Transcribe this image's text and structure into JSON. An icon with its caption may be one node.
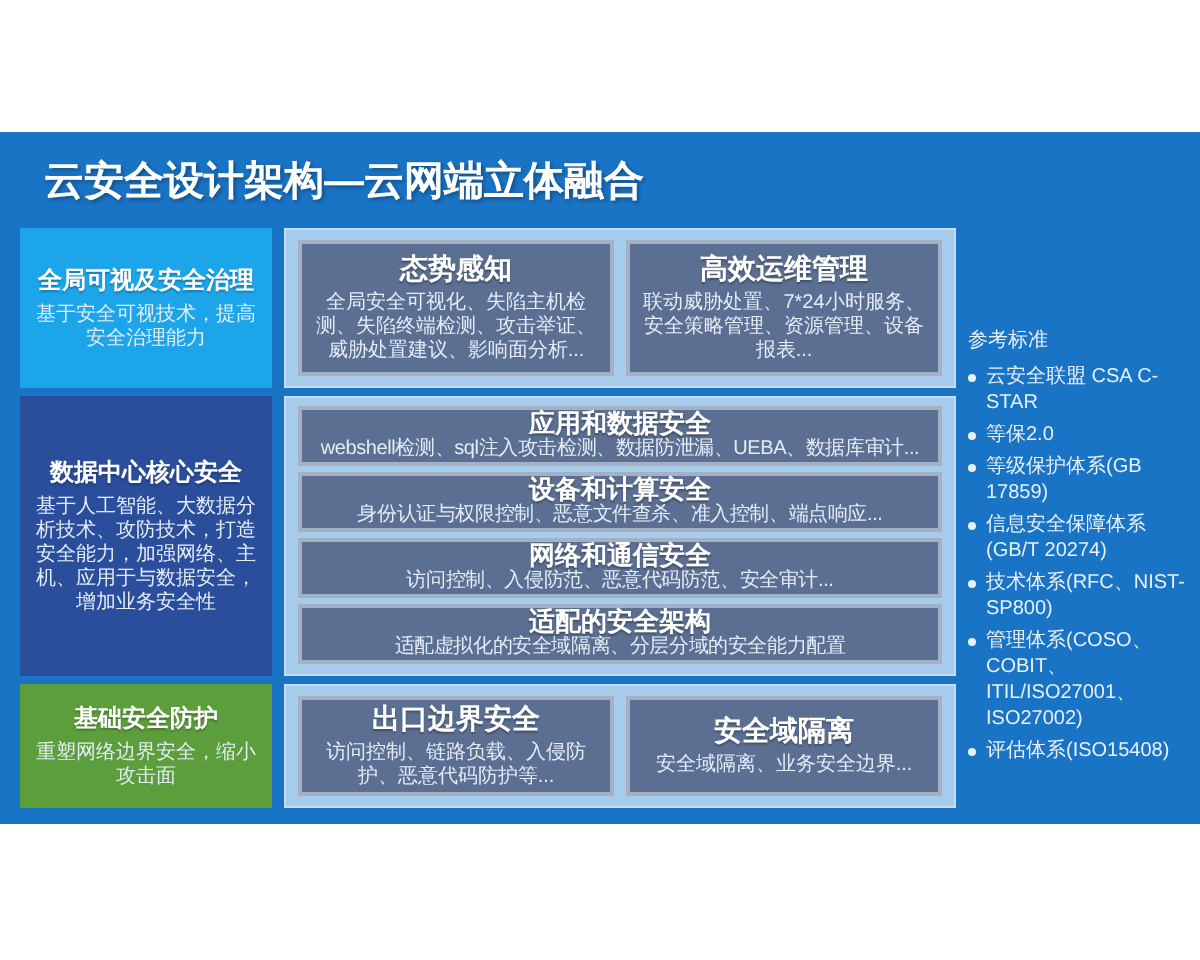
{
  "diagram": {
    "title": "云安全设计架构—云网端立体融合",
    "nodes": [
      {
        "text": [
          "全局可视及安全治理",
          "基于安全可视技术，提高安全治理能力"
        ]
      },
      {
        "text": [],
        "shape": "box"
      },
      {
        "text": [
          "态势感知",
          "全局安全可视化、失陷主机检测、失陷终端检测、攻击举证、威胁处置建议、影响面分析..."
        ],
        "in": 1
      },
      {
        "text": [
          "高效运维管理",
          "联动威胁处置、7*24小时服务、安全策略管理、资源管理、设备报表..."
        ],
        "in": 1
      },
      {
        "text": [
          "数据中心核心安全",
          "基于人工智能、大数据分析技术、攻防技术，打造安全能力，加强网络、主机、应用于与数据安全，增加业务安全性"
        ]
      },
      {
        "text": [],
        "shape": "box"
      },
      {
        "text": [
          "应用和数据安全",
          "webshell检测、sql注入攻击检测、数据防泄漏、UEBA、数据库审计..."
        ],
        "in": 5
      },
      {
        "text": [
          "设备和计算安全",
          "身份认证与权限控制、恶意文件查杀、准入控制、端点响应..."
        ],
        "in": 5
      },
      {
        "text": [
          "网络和通信安全",
          "访问控制、入侵防范、恶意代码防范、安全审计..."
        ],
        "in": 5
      },
      {
        "text": [
          "适配的安全架构",
          "适配虚拟化的安全域隔离、分层分域的安全能力配置"
        ],
        "in": 5
      },
      {
        "text": [
          "基础安全防护",
          "重塑网络边界安全，缩小攻击面"
        ]
      },
      {
        "text": [],
        "shape": "box"
      },
      {
        "text": [
          "出口边界安全",
          "访问控制、链路负载、入侵防护、恶意代码防护等..."
        ],
        "in": 11
      },
      {
        "text": [
          "安全域隔离",
          "安全域隔离、业务安全边界..."
        ],
        "in": 11
      }
    ],
    "labels": [
      "参考标准",
      "云安全联盟 CSA C-STAR",
      "等保2.0",
      "等级保护体系(GB 17859)",
      "信息安全保障体系(GB/T 20274)",
      "技术体系(RFC、NIST-SP800)",
      "管理体系(COSO、COBIT、ITIL/ISO27001、ISO27002)",
      "评估体系(ISO15408)"
    ]
  }
}
